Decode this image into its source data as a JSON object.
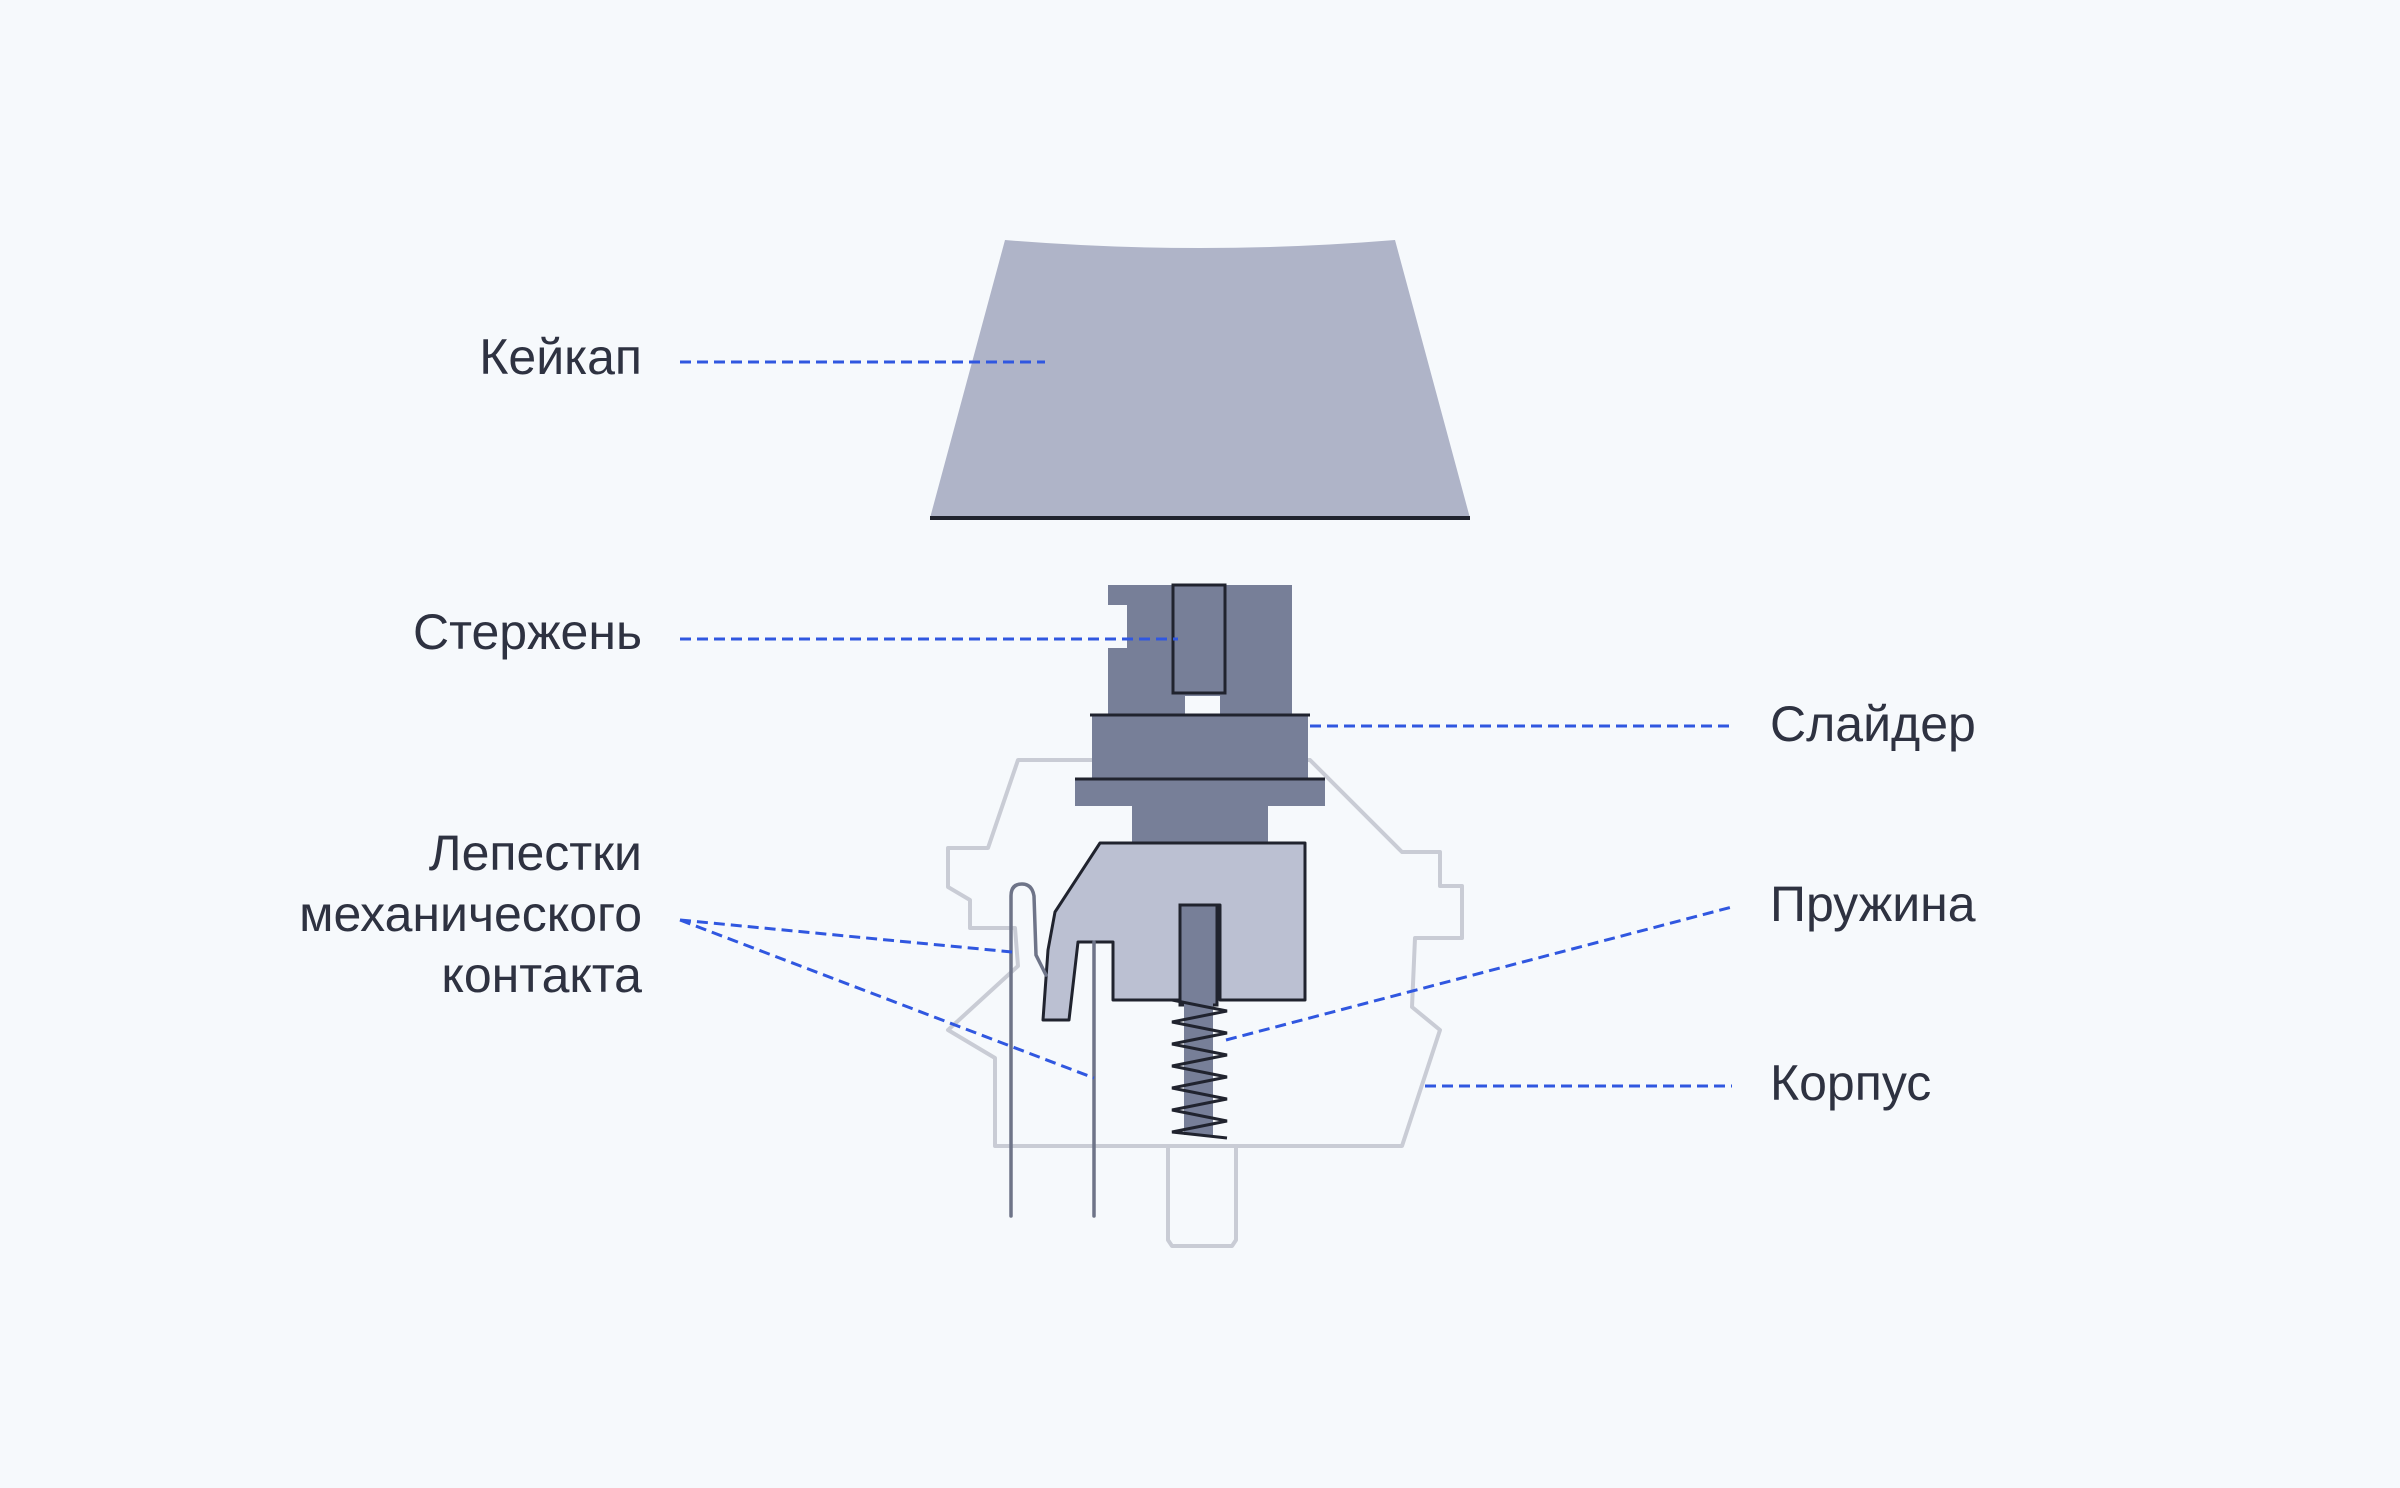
{
  "labels": {
    "keycap": "Кейкап",
    "stem": "Стержень",
    "slider": "Слайдер",
    "contacts": {
      "line1": "Лепестки",
      "line2": "механического",
      "line3": "контакта"
    },
    "spring": "Пружина",
    "housing": "Корпус"
  },
  "colors": {
    "background": "#f6f9fc",
    "keycap": "#afb4c8",
    "stem": "#777f98",
    "slider_body": "#bbc0d2",
    "outline_dark": "#20232e",
    "housing_outline": "#c9ccd5",
    "leader_line": "#3057e0",
    "text": "#2e3241"
  }
}
